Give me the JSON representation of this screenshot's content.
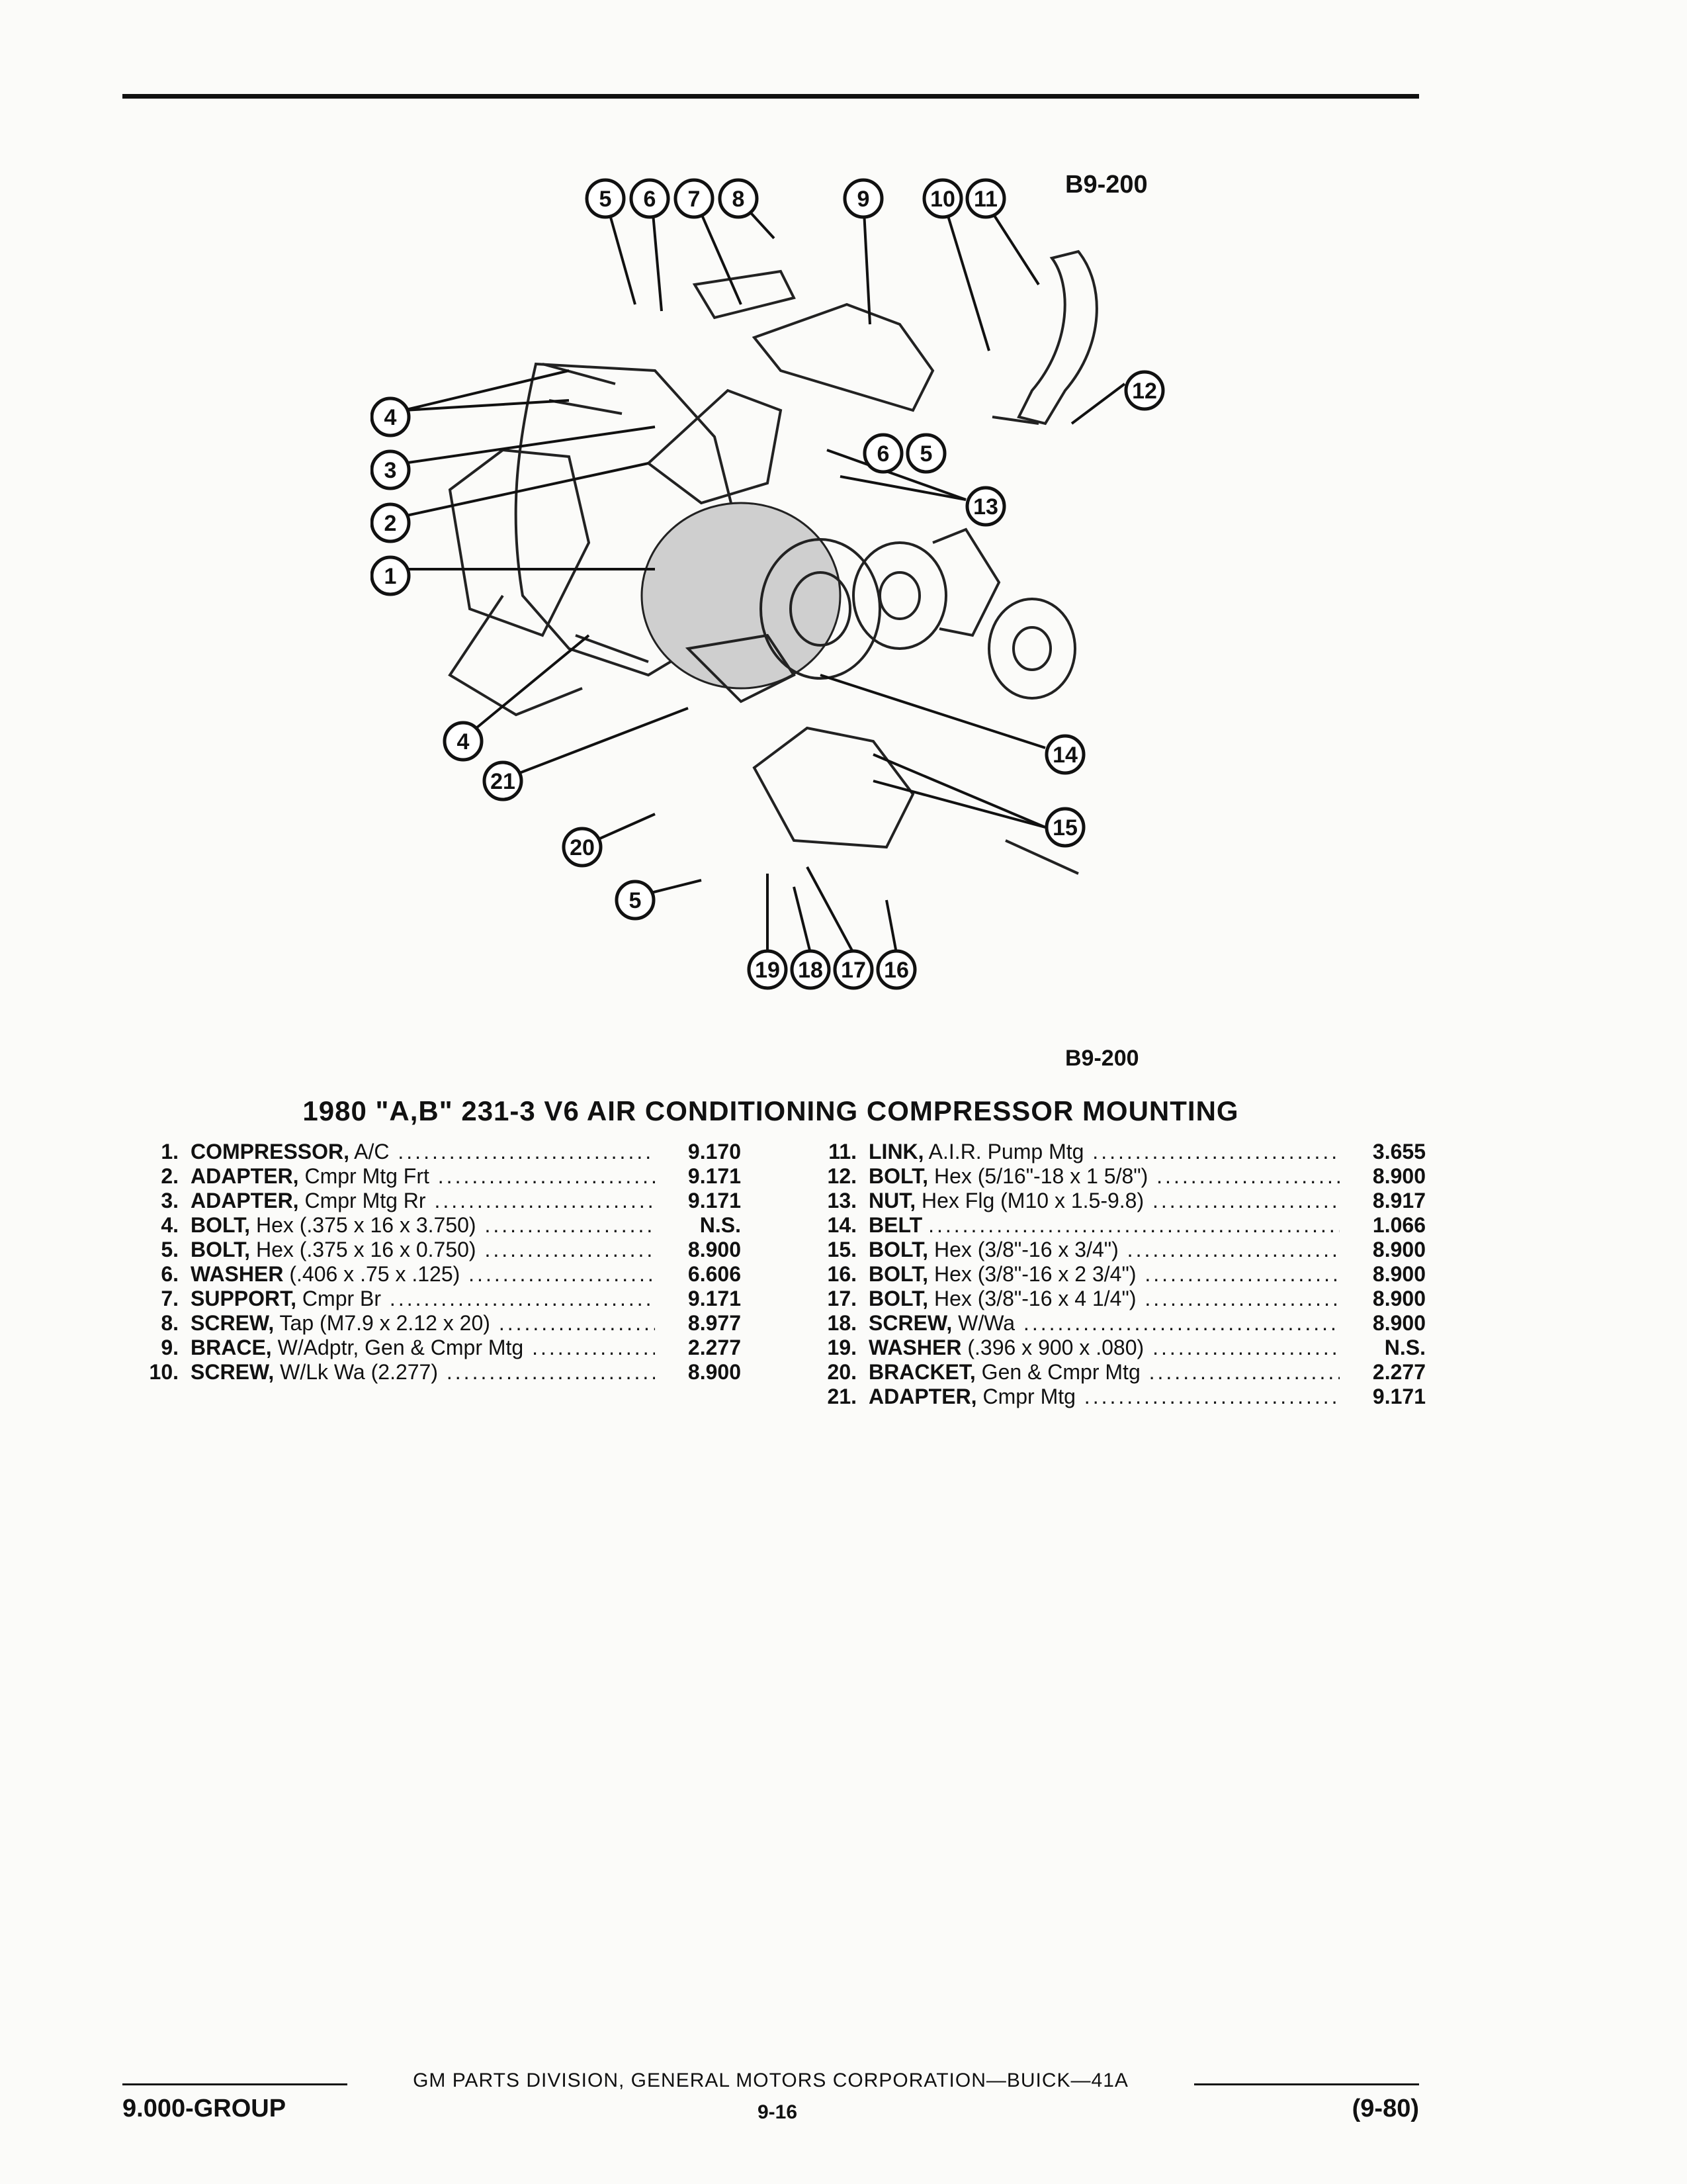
{
  "figure_code": "B9-200",
  "title": "1980 \"A,B\" 231-3 V6 AIR CONDITIONING COMPRESSOR MOUNTING",
  "callouts": [
    "1",
    "2",
    "3",
    "4",
    "5",
    "6",
    "7",
    "8",
    "9",
    "10",
    "11",
    "12",
    "13",
    "14",
    "15",
    "16",
    "17",
    "18",
    "19",
    "20",
    "21"
  ],
  "parts_left": [
    {
      "num": "1.",
      "name": "COMPRESSOR,",
      "desc": "A/C",
      "group": "9.170"
    },
    {
      "num": "2.",
      "name": "ADAPTER,",
      "desc": "Cmpr Mtg Frt",
      "group": "9.171"
    },
    {
      "num": "3.",
      "name": "ADAPTER,",
      "desc": "Cmpr Mtg Rr",
      "group": "9.171"
    },
    {
      "num": "4.",
      "name": "BOLT,",
      "desc": "Hex (.375 x 16 x 3.750)",
      "group": "N.S."
    },
    {
      "num": "5.",
      "name": "BOLT,",
      "desc": "Hex (.375 x 16 x 0.750)",
      "group": "8.900"
    },
    {
      "num": "6.",
      "name": "WASHER",
      "desc": "(.406 x .75 x .125)",
      "group": "6.606"
    },
    {
      "num": "7.",
      "name": "SUPPORT,",
      "desc": "Cmpr Br",
      "group": "9.171"
    },
    {
      "num": "8.",
      "name": "SCREW,",
      "desc": "Tap (M7.9 x 2.12 x 20)",
      "group": "8.977"
    },
    {
      "num": "9.",
      "name": "BRACE,",
      "desc": "W/Adptr, Gen & Cmpr Mtg",
      "group": "2.277"
    },
    {
      "num": "10.",
      "name": "SCREW,",
      "desc": "W/Lk Wa (2.277)",
      "group": "8.900"
    }
  ],
  "parts_right": [
    {
      "num": "11.",
      "name": "LINK,",
      "desc": "A.I.R. Pump Mtg",
      "group": "3.655"
    },
    {
      "num": "12.",
      "name": "BOLT,",
      "desc": "Hex (5/16\"-18 x 1 5/8\")",
      "group": "8.900"
    },
    {
      "num": "13.",
      "name": "NUT,",
      "desc": "Hex Flg (M10 x 1.5-9.8)",
      "group": "8.917"
    },
    {
      "num": "14.",
      "name": "BELT",
      "desc": "",
      "group": "1.066"
    },
    {
      "num": "15.",
      "name": "BOLT,",
      "desc": "Hex (3/8\"-16 x 3/4\")",
      "group": "8.900"
    },
    {
      "num": "16.",
      "name": "BOLT,",
      "desc": "Hex (3/8\"-16 x 2 3/4\")",
      "group": "8.900"
    },
    {
      "num": "17.",
      "name": "BOLT,",
      "desc": "Hex (3/8\"-16 x 4 1/4\")",
      "group": "8.900"
    },
    {
      "num": "18.",
      "name": "SCREW,",
      "desc": "W/Wa",
      "group": "8.900"
    },
    {
      "num": "19.",
      "name": "WASHER",
      "desc": "(.396 x 900 x .080)",
      "group": "N.S."
    },
    {
      "num": "20.",
      "name": "BRACKET,",
      "desc": "Gen & Cmpr Mtg",
      "group": "2.277"
    },
    {
      "num": "21.",
      "name": "ADAPTER,",
      "desc": "Cmpr Mtg",
      "group": "9.171"
    }
  ],
  "footer": {
    "center": "GM PARTS DIVISION, GENERAL MOTORS CORPORATION—BUICK—41A",
    "group": "9.000-GROUP",
    "page": "9-16",
    "date": "(9-80)"
  }
}
